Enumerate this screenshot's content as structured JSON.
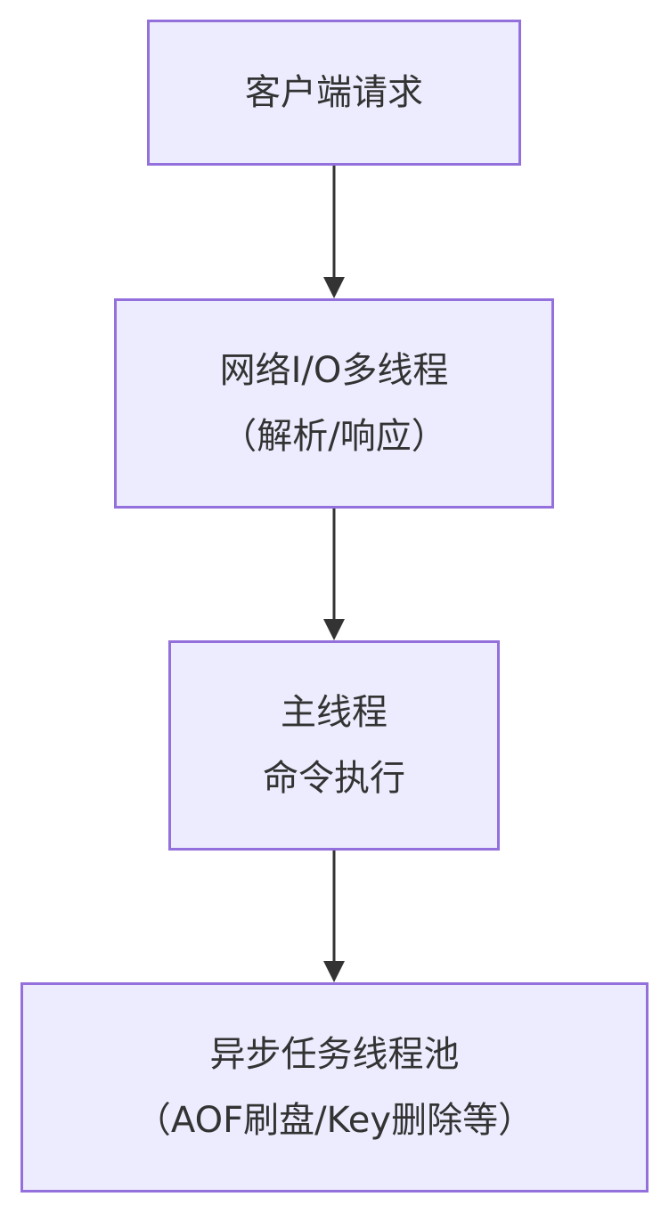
{
  "colors": {
    "node_fill": "#ECECFE",
    "node_border": "#9370DB",
    "edge": "#333333",
    "text": "#333333"
  },
  "nodes": [
    {
      "lines": [
        "客户端请求"
      ]
    },
    {
      "lines": [
        "网络I/O多线程",
        "（解析/响应）"
      ]
    },
    {
      "lines": [
        "主线程",
        "命令执行"
      ]
    },
    {
      "lines": [
        "异步任务线程池",
        "（AOF刷盘/Key删除等）"
      ]
    }
  ],
  "edges": [
    {
      "from": 0,
      "to": 1
    },
    {
      "from": 1,
      "to": 2
    },
    {
      "from": 2,
      "to": 3
    }
  ]
}
